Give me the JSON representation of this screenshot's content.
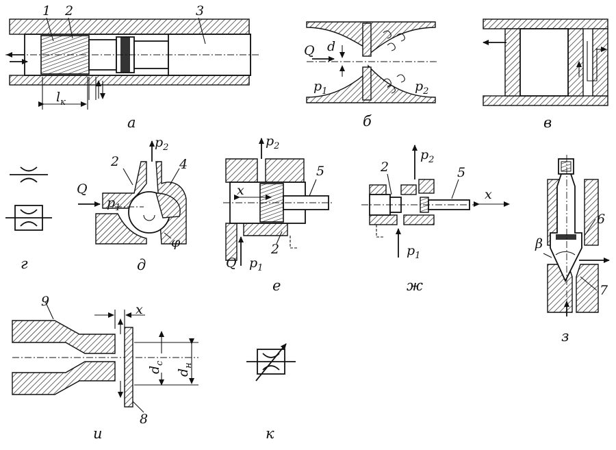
{
  "panels": {
    "a": {
      "caption": "а",
      "numbers": [
        "1",
        "2",
        "3"
      ],
      "length_label": "l",
      "length_sub": "к"
    },
    "b": {
      "caption": "б",
      "flow": "Q",
      "diameter": "d",
      "p1": "p",
      "p1_sub": "1",
      "p2": "p",
      "p2_sub": "2"
    },
    "v": {
      "caption": "в"
    },
    "g": {
      "caption": "г"
    },
    "d": {
      "caption": "д",
      "flow": "Q",
      "p1": "p",
      "p1_sub": "1",
      "p2": "p",
      "p2_sub": "2",
      "numbers": [
        "2",
        "4"
      ],
      "angle": "φ"
    },
    "e": {
      "caption": "е",
      "flow": "Q",
      "p1": "p",
      "p1_sub": "1",
      "p2": "p",
      "p2_sub": "2",
      "x": "x",
      "numbers": [
        "2",
        "5"
      ]
    },
    "zh": {
      "caption": "ж",
      "p1": "p",
      "p1_sub": "1",
      "p2": "p",
      "p2_sub": "2",
      "x": "x",
      "numbers": [
        "2",
        "5"
      ]
    },
    "z": {
      "caption": "з",
      "angle": "β",
      "numbers": [
        "6",
        "7"
      ]
    },
    "i": {
      "caption": "и",
      "x": "x",
      "dc": "d",
      "dc_sub": "c",
      "dn": "d",
      "dn_sub": "н",
      "numbers": [
        "9",
        "8"
      ]
    },
    "k": {
      "caption": "к"
    }
  }
}
